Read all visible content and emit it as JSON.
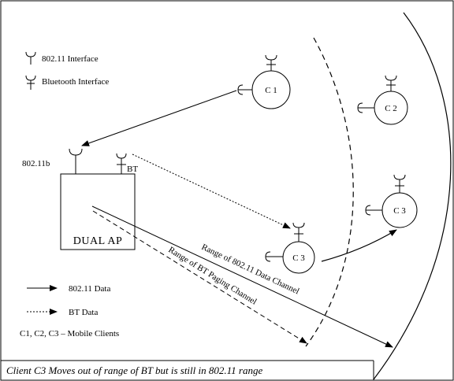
{
  "legend": {
    "wifi_interface": "802.11 Interface",
    "bt_interface": "Bluetooth Interface",
    "data_802": "802.11 Data",
    "bt_data": "BT Data",
    "clients_note": "C1, C2, C3 – Mobile Clients"
  },
  "access_point": {
    "label": "DUAL AP",
    "wifi_antenna_label": "802.11b",
    "bt_antenna_label": "BT"
  },
  "clients": {
    "c1": "C 1",
    "c2": "C 2",
    "c3_old": "C 3",
    "c3_new": "C 3"
  },
  "ranges": {
    "data_channel": "Range of 802.11 Data Channel",
    "paging_channel": "Range of BT Paging Channel"
  },
  "caption": "Client C3 Moves out of range of BT but is still in 802.11 range"
}
